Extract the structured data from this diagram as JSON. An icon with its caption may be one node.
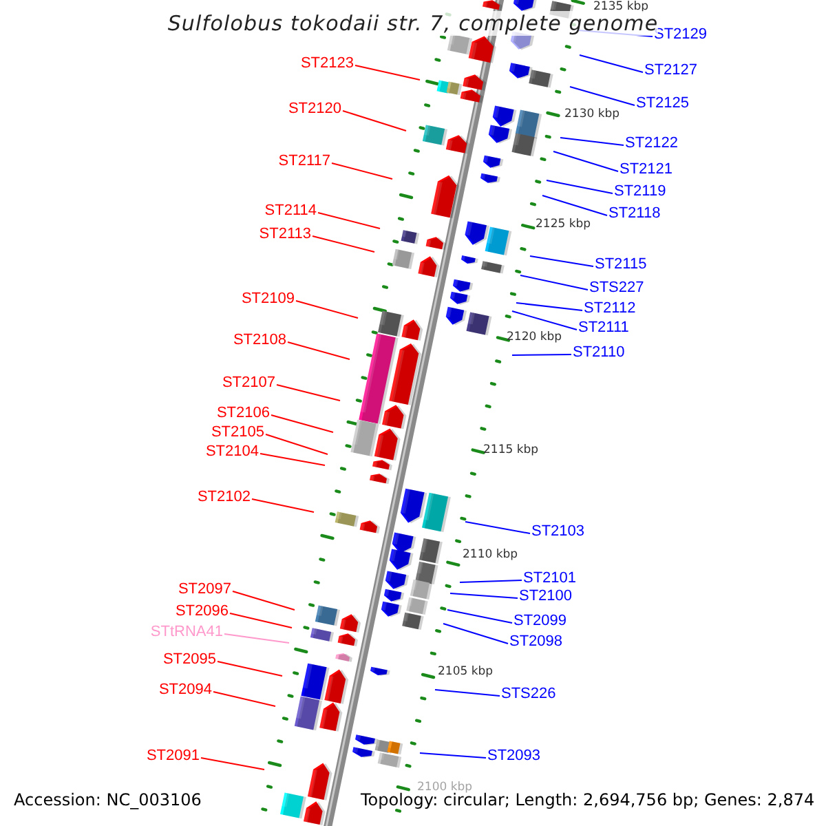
{
  "diagram": {
    "title": "Sulfolobus tokodaii str. 7, complete genome",
    "nodes": [
      {
        "text": [
          "ST2129"
        ]
      },
      {
        "text": [
          "ST2123"
        ]
      },
      {
        "text": [
          "ST2127"
        ]
      },
      {
        "text": [
          "ST2125"
        ]
      },
      {
        "text": [
          "ST2120"
        ]
      },
      {
        "text": [
          "ST2122"
        ]
      },
      {
        "text": [
          "ST2117"
        ]
      },
      {
        "text": [
          "ST2121"
        ]
      },
      {
        "text": [
          "ST2119"
        ]
      },
      {
        "text": [
          "ST2114"
        ]
      },
      {
        "text": [
          "ST2118"
        ]
      },
      {
        "text": [
          "ST2113"
        ]
      },
      {
        "text": [
          "ST2115"
        ]
      },
      {
        "text": [
          "STS227"
        ]
      },
      {
        "text": [
          "ST2109"
        ]
      },
      {
        "text": [
          "ST2112"
        ]
      },
      {
        "text": [
          "ST2111"
        ]
      },
      {
        "text": [
          "ST2108"
        ]
      },
      {
        "text": [
          "ST2110"
        ]
      },
      {
        "text": [
          "ST2107"
        ]
      },
      {
        "text": [
          "ST2106"
        ]
      },
      {
        "text": [
          "ST2105"
        ]
      },
      {
        "text": [
          "ST2104"
        ]
      },
      {
        "text": [
          "ST2102"
        ]
      },
      {
        "text": [
          "ST2103"
        ]
      },
      {
        "text": [
          "ST2101"
        ]
      },
      {
        "text": [
          "ST2097"
        ]
      },
      {
        "text": [
          "ST2100"
        ]
      },
      {
        "text": [
          "ST2096"
        ]
      },
      {
        "text": [
          "ST2099"
        ]
      },
      {
        "text": [
          "STtRNA41"
        ]
      },
      {
        "text": [
          "ST2098"
        ]
      },
      {
        "text": [
          "ST2095"
        ]
      },
      {
        "text": [
          "STS226"
        ]
      },
      {
        "text": [
          "ST2094"
        ]
      },
      {
        "text": [
          "ST2093"
        ]
      },
      {
        "text": [
          "ST2091"
        ]
      }
    ],
    "edges": [
      {
        "from": 0,
        "to": null,
        "arrow": "none"
      },
      {
        "from": 1,
        "to": null,
        "arrow": "none",
        "color": "#ff0000"
      },
      {
        "from": 2,
        "to": null,
        "arrow": "none"
      },
      {
        "from": 3,
        "to": null,
        "arrow": "none"
      },
      {
        "from": 4,
        "to": null,
        "arrow": "none",
        "color": "#ff0000"
      },
      {
        "from": 5,
        "to": null,
        "arrow": "none"
      },
      {
        "from": 6,
        "to": null,
        "arrow": "none",
        "color": "#ff0000"
      },
      {
        "from": 7,
        "to": null,
        "arrow": "none"
      },
      {
        "from": 8,
        "to": null,
        "arrow": "none"
      },
      {
        "from": 9,
        "to": null,
        "arrow": "none",
        "color": "#ff0000"
      },
      {
        "from": 10,
        "to": null,
        "arrow": "none"
      },
      {
        "from": 11,
        "to": null,
        "arrow": "none",
        "color": "#ff0000"
      },
      {
        "from": 12,
        "to": null,
        "arrow": "none"
      },
      {
        "from": 13,
        "to": null,
        "arrow": "none"
      },
      {
        "from": 14,
        "to": null,
        "arrow": "none",
        "color": "#ff0000"
      },
      {
        "from": 15,
        "to": null,
        "arrow": "none"
      },
      {
        "from": 16,
        "to": null,
        "arrow": "none"
      },
      {
        "from": 17,
        "to": null,
        "arrow": "none",
        "color": "#ff0000"
      },
      {
        "from": 18,
        "to": null,
        "arrow": "none"
      },
      {
        "from": 19,
        "to": null,
        "arrow": "none",
        "color": "#ff0000"
      },
      {
        "from": 20,
        "to": null,
        "arrow": "none",
        "color": "#ff0000"
      },
      {
        "from": 21,
        "to": null,
        "arrow": "none",
        "color": "#ff0000"
      },
      {
        "from": 22,
        "to": null,
        "arrow": "none",
        "color": "#ff0000"
      },
      {
        "from": 23,
        "to": null,
        "arrow": "none",
        "color": "#ff0000"
      },
      {
        "from": 24,
        "to": null,
        "arrow": "none"
      },
      {
        "from": 25,
        "to": null,
        "arrow": "none"
      },
      {
        "from": 26,
        "to": null,
        "arrow": "none",
        "color": "#ff0000"
      },
      {
        "from": 27,
        "to": null,
        "arrow": "none"
      },
      {
        "from": 28,
        "to": null,
        "arrow": "none",
        "color": "#ff0000"
      },
      {
        "from": 29,
        "to": null,
        "arrow": "none"
      },
      {
        "from": 30,
        "to": null,
        "arrow": "none",
        "color": "#ff99cc"
      },
      {
        "from": 31,
        "to": null,
        "arrow": "none"
      },
      {
        "from": 32,
        "to": null,
        "arrow": "none",
        "color": "#ff0000"
      },
      {
        "from": 33,
        "to": null,
        "arrow": "none"
      },
      {
        "from": 34,
        "to": null,
        "arrow": "none",
        "color": "#ff0000"
      },
      {
        "from": 35,
        "to": null,
        "arrow": "none"
      },
      {
        "from": 36,
        "to": null,
        "arrow": "none",
        "color": "#ff0000"
      }
    ],
    "labels": [
      "2135 kbp",
      "2130 kbp",
      "2125 kbp",
      "2120 kbp",
      "2115 kbp",
      "2110 kbp",
      "2105 kbp",
      "2100 kbp",
      "Accession: NC_003106",
      "Topology: circular; Length: 2,694,756 bp; Genes: 2,874"
    ]
  }
}
